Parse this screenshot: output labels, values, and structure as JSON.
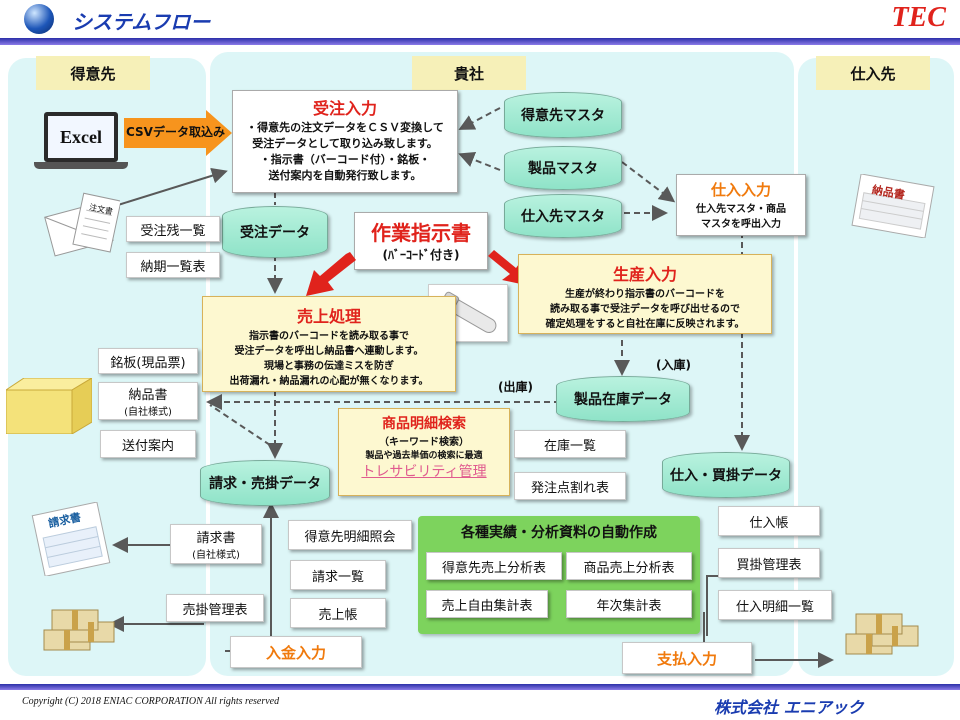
{
  "header": {
    "title": "システムフロー",
    "logo": "TEC"
  },
  "zones": {
    "customer": "得意先",
    "company": "貴社",
    "supplier": "仕入先"
  },
  "excel": {
    "label": "Excel",
    "csv_arrow": "CSVデータ取込み"
  },
  "order_entry": {
    "title": "受注入力",
    "lines": [
      "・得意先の注文データをＣＳＶ変換して",
      "受注データとして取り込み致します。",
      "・指示書（バーコード付）・銘板・",
      "送付案内を自動発行致します。"
    ]
  },
  "masters": {
    "customer": "得意先マスタ",
    "product": "製品マスタ",
    "supplier": "仕入先マスタ"
  },
  "purchase_entry": {
    "title": "仕入入力",
    "lines": [
      "仕入先マスタ・商品",
      "マスタを呼出入力"
    ]
  },
  "work_order": {
    "title": "作業指示書",
    "sub": "(ﾊﾞｰｺｰﾄﾞ付き)"
  },
  "order_data": "受注データ",
  "order_docs": [
    "受注残一覧",
    "納期一覧表"
  ],
  "sales": {
    "title": "売上処理",
    "lines": [
      "指示書のバーコードを読み取る事で",
      "受注データを呼出し納品書へ連動します。",
      "現場と事務の伝達ミスを防ぎ",
      "出荷漏れ・納品漏れの心配が無くなります。"
    ]
  },
  "production": {
    "title": "生産入力",
    "lines": [
      "生産が終わり指示書のバーコードを",
      "読み取る事で受注データを呼び出せるので",
      "確定処理をすると自社在庫に反映されます。"
    ]
  },
  "stock": {
    "label": "製品在庫データ",
    "in": "(入庫)",
    "out": "(出庫)"
  },
  "ship_docs": {
    "nameplate": "銘板(現品票)",
    "delivery": "納品書",
    "delivery_sub": "(自社様式)",
    "send": "送付案内"
  },
  "search": {
    "title": "商品明細検索",
    "sub": "（キーワード検索）",
    "line": "製品や過去単価の検索に最適",
    "trace": "トレサビリティ管理"
  },
  "stock_docs": [
    "在庫一覧",
    "発注点割れ表"
  ],
  "billing_data": "請求・売掛データ",
  "purchase_data": "仕入・買掛データ",
  "invoice": {
    "label": "請求書",
    "sub": "(自社様式)"
  },
  "receivable": "売掛管理表",
  "customer_docs": [
    "得意先明細照会",
    "請求一覧",
    "売上帳"
  ],
  "analysis": {
    "title": "各種実績・分析資料の自動作成",
    "items": [
      "得意先売上分析表",
      "商品売上分析表",
      "売上自由集計表",
      "年次集計表"
    ]
  },
  "purchase_docs": [
    "仕入帳",
    "買掛管理表",
    "仕入明細一覧"
  ],
  "payment_in": "入金入力",
  "payment_out": "支払入力",
  "icons": {
    "invoice_doc": "請求書",
    "delivery_doc": "納品書",
    "order_doc": "注文書"
  },
  "footer": {
    "copyright": "Copyright (C) 2018 ENIAC CORPORATION All rights reserved",
    "company": "株式会社 エニアック"
  }
}
